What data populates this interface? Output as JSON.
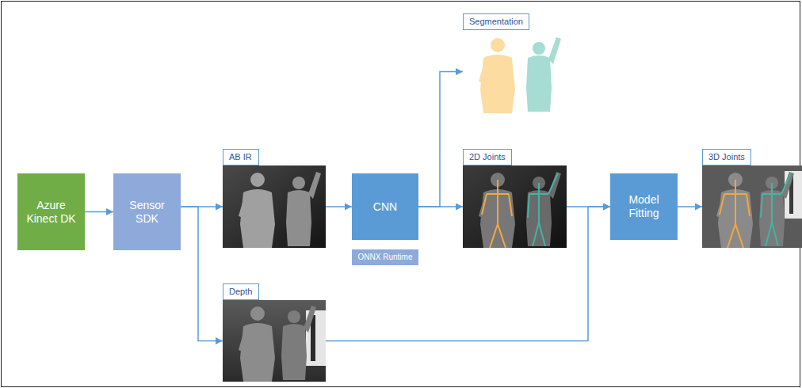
{
  "diagram": {
    "nodes": [
      {
        "text": [
          "Azure Kinect DK"
        ]
      },
      {
        "text": [
          "Sensor SDK"
        ]
      },
      {
        "text": [
          "AB IR"
        ]
      },
      {
        "text": [
          "Depth"
        ]
      },
      {
        "text": [
          "CNN"
        ]
      },
      {
        "text": [
          "ONNX Runtime"
        ]
      },
      {
        "text": [
          "Segmentation"
        ]
      },
      {
        "text": [
          "2D Joints"
        ]
      },
      {
        "text": [
          "Model Fitting"
        ]
      },
      {
        "text": [
          "3D Joints"
        ]
      }
    ],
    "edges": [
      {
        "from": 0,
        "to": 1,
        "arrow": "to"
      },
      {
        "from": 1,
        "to": 2,
        "arrow": "to"
      },
      {
        "from": 1,
        "to": 3,
        "arrow": "to"
      },
      {
        "from": 2,
        "to": 4,
        "arrow": "to"
      },
      {
        "from": 4,
        "to": 6,
        "arrow": "to"
      },
      {
        "from": 4,
        "to": 7,
        "arrow": "to"
      },
      {
        "from": 7,
        "to": 8,
        "arrow": "to"
      },
      {
        "from": 3,
        "to": 8,
        "arrow": "to"
      },
      {
        "from": 8,
        "to": 9,
        "arrow": "to"
      }
    ]
  }
}
